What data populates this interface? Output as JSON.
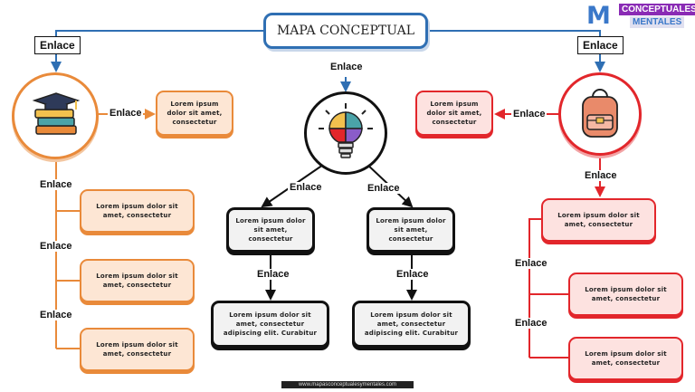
{
  "title": "MAPA CONCEPTUAL",
  "logo": {
    "line1": "CONCEPTUALES",
    "line2": "MENTALES",
    "letter": "M"
  },
  "link_label": "Enlace",
  "left": {
    "top_link": "Enlace",
    "side_link": "Enlace",
    "node_main": "Lorem ipsum dolor sit amet, consectetur",
    "children": [
      {
        "link": "Enlace",
        "text": "Lorem ipsum dolor sit amet, consectetur"
      },
      {
        "link": "Enlace",
        "text": "Lorem ipsum dolor sit amet, consectetur"
      },
      {
        "link": "Enlace",
        "text": "Lorem ipsum dolor sit amet, consectetur"
      }
    ]
  },
  "center": {
    "top_link": "Enlace",
    "branches": [
      {
        "link": "Enlace",
        "text": "Lorem ipsum dolor sit amet, consectetur",
        "sub_link": "Enlace",
        "sub_text": "Lorem ipsum dolor sit amet, consectetur adipiscing elit. Curabitur"
      },
      {
        "link": "Enlace",
        "text": "Lorem ipsum dolor sit amet, consectetur",
        "sub_link": "Enlace",
        "sub_text": "Lorem ipsum dolor sit amet, consectetur adipiscing elit. Curabitur"
      }
    ]
  },
  "right": {
    "top_link": "Enlace",
    "side_link": "Enlace",
    "node_main": "Lorem ipsum dolor sit amet, consectetur",
    "down_link": "Enlace",
    "node_second": "Lorem ipsum dolor sit amet, consectetur",
    "children": [
      {
        "link": "Enlace",
        "text": "Lorem ipsum dolor sit amet, consectetur"
      },
      {
        "link": "Enlace",
        "text": "Lorem ipsum dolor sit amet, consectetur"
      }
    ]
  },
  "footer": "www.mapasconceptualesymentales.com",
  "colors": {
    "blue": "#2f6fb3",
    "orange": "#e98a3a",
    "red": "#e2262b",
    "black": "#111111"
  },
  "icons": {
    "left": "books-graduation-cap-icon",
    "center": "lightbulb-puzzle-icon",
    "right": "backpack-icon"
  }
}
